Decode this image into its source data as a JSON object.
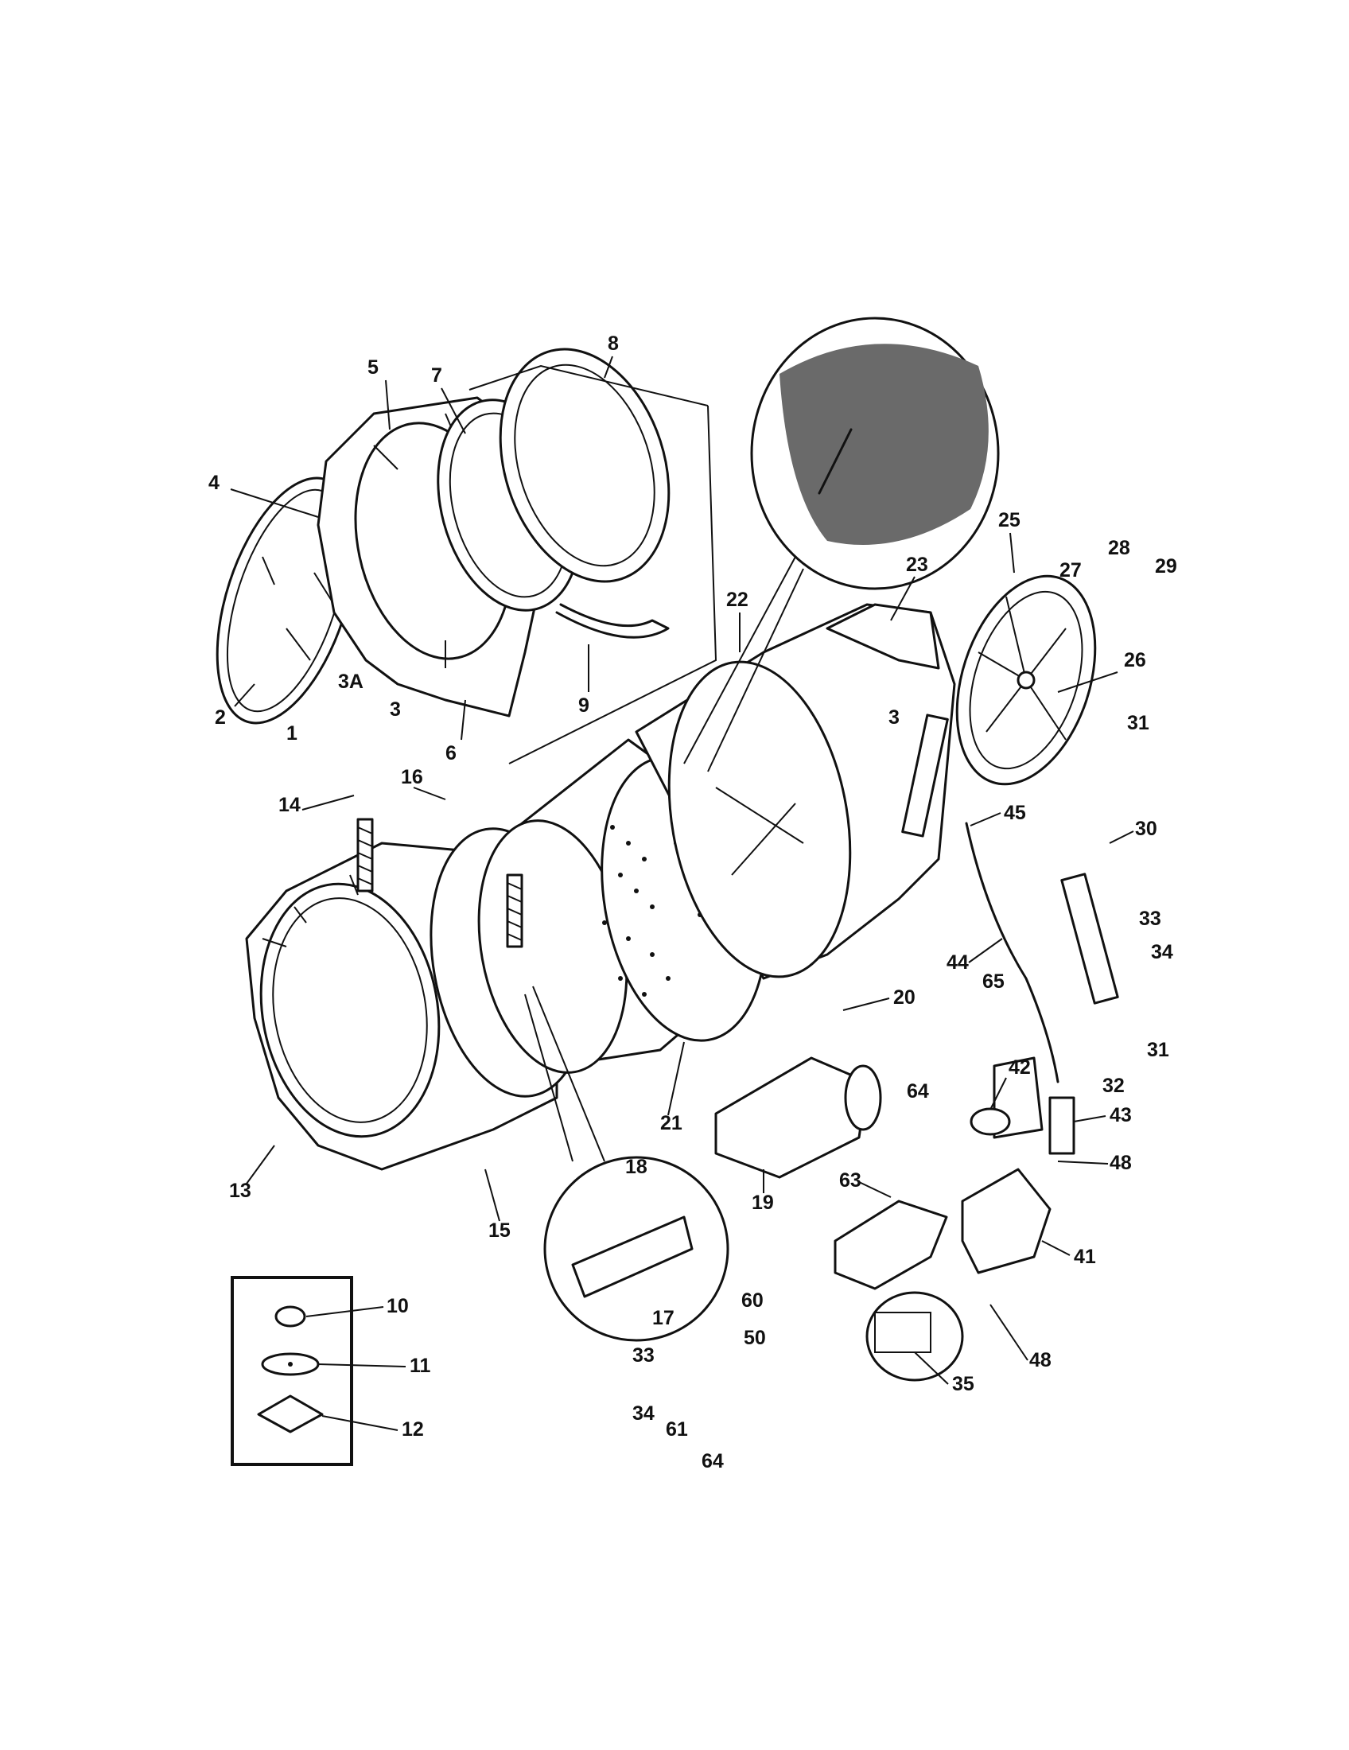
{
  "labels": [
    "1",
    "2",
    "3",
    "3A",
    "4",
    "5",
    "6",
    "7",
    "8",
    "9",
    "10",
    "11",
    "12",
    "13",
    "14",
    "15",
    "16",
    "17",
    "18",
    "19",
    "20",
    "21",
    "22",
    "23",
    "25",
    "26",
    "27",
    "28",
    "29",
    "3",
    "30",
    "31",
    "31",
    "32",
    "33",
    "34",
    "33",
    "34",
    "35",
    "41",
    "42",
    "43",
    "44",
    "45",
    "48",
    "48",
    "50",
    "60",
    "61",
    "63",
    "64",
    "64",
    "65"
  ]
}
